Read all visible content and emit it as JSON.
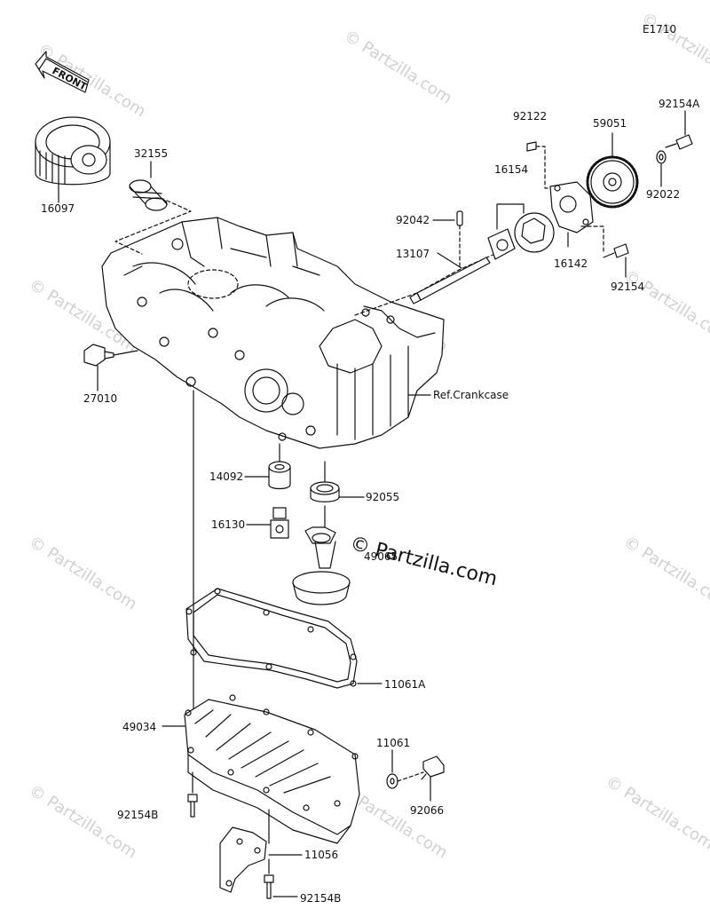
{
  "diagram_code": "E1710",
  "front_label": "FRONT",
  "watermark": "© Partzilla.com",
  "copyright": "© Partzilla.com",
  "ref_label": "Ref.Crankcase",
  "parts": {
    "p16097": "16097",
    "p32155": "32155",
    "p27010": "27010",
    "p92042": "92042",
    "p13107": "13107",
    "p16154": "16154",
    "p92122": "92122",
    "p59051": "59051",
    "p92154A": "92154A",
    "p92022": "92022",
    "p16142": "16142",
    "p92154": "92154",
    "p14092": "14092",
    "p92055": "92055",
    "p16130": "16130",
    "p49065": "49065",
    "p11061A": "11061A",
    "p49034": "49034",
    "p11061": "11061",
    "p92066": "92066",
    "p92154B_1": "92154B",
    "p11056": "11056",
    "p92154B_2": "92154B"
  }
}
